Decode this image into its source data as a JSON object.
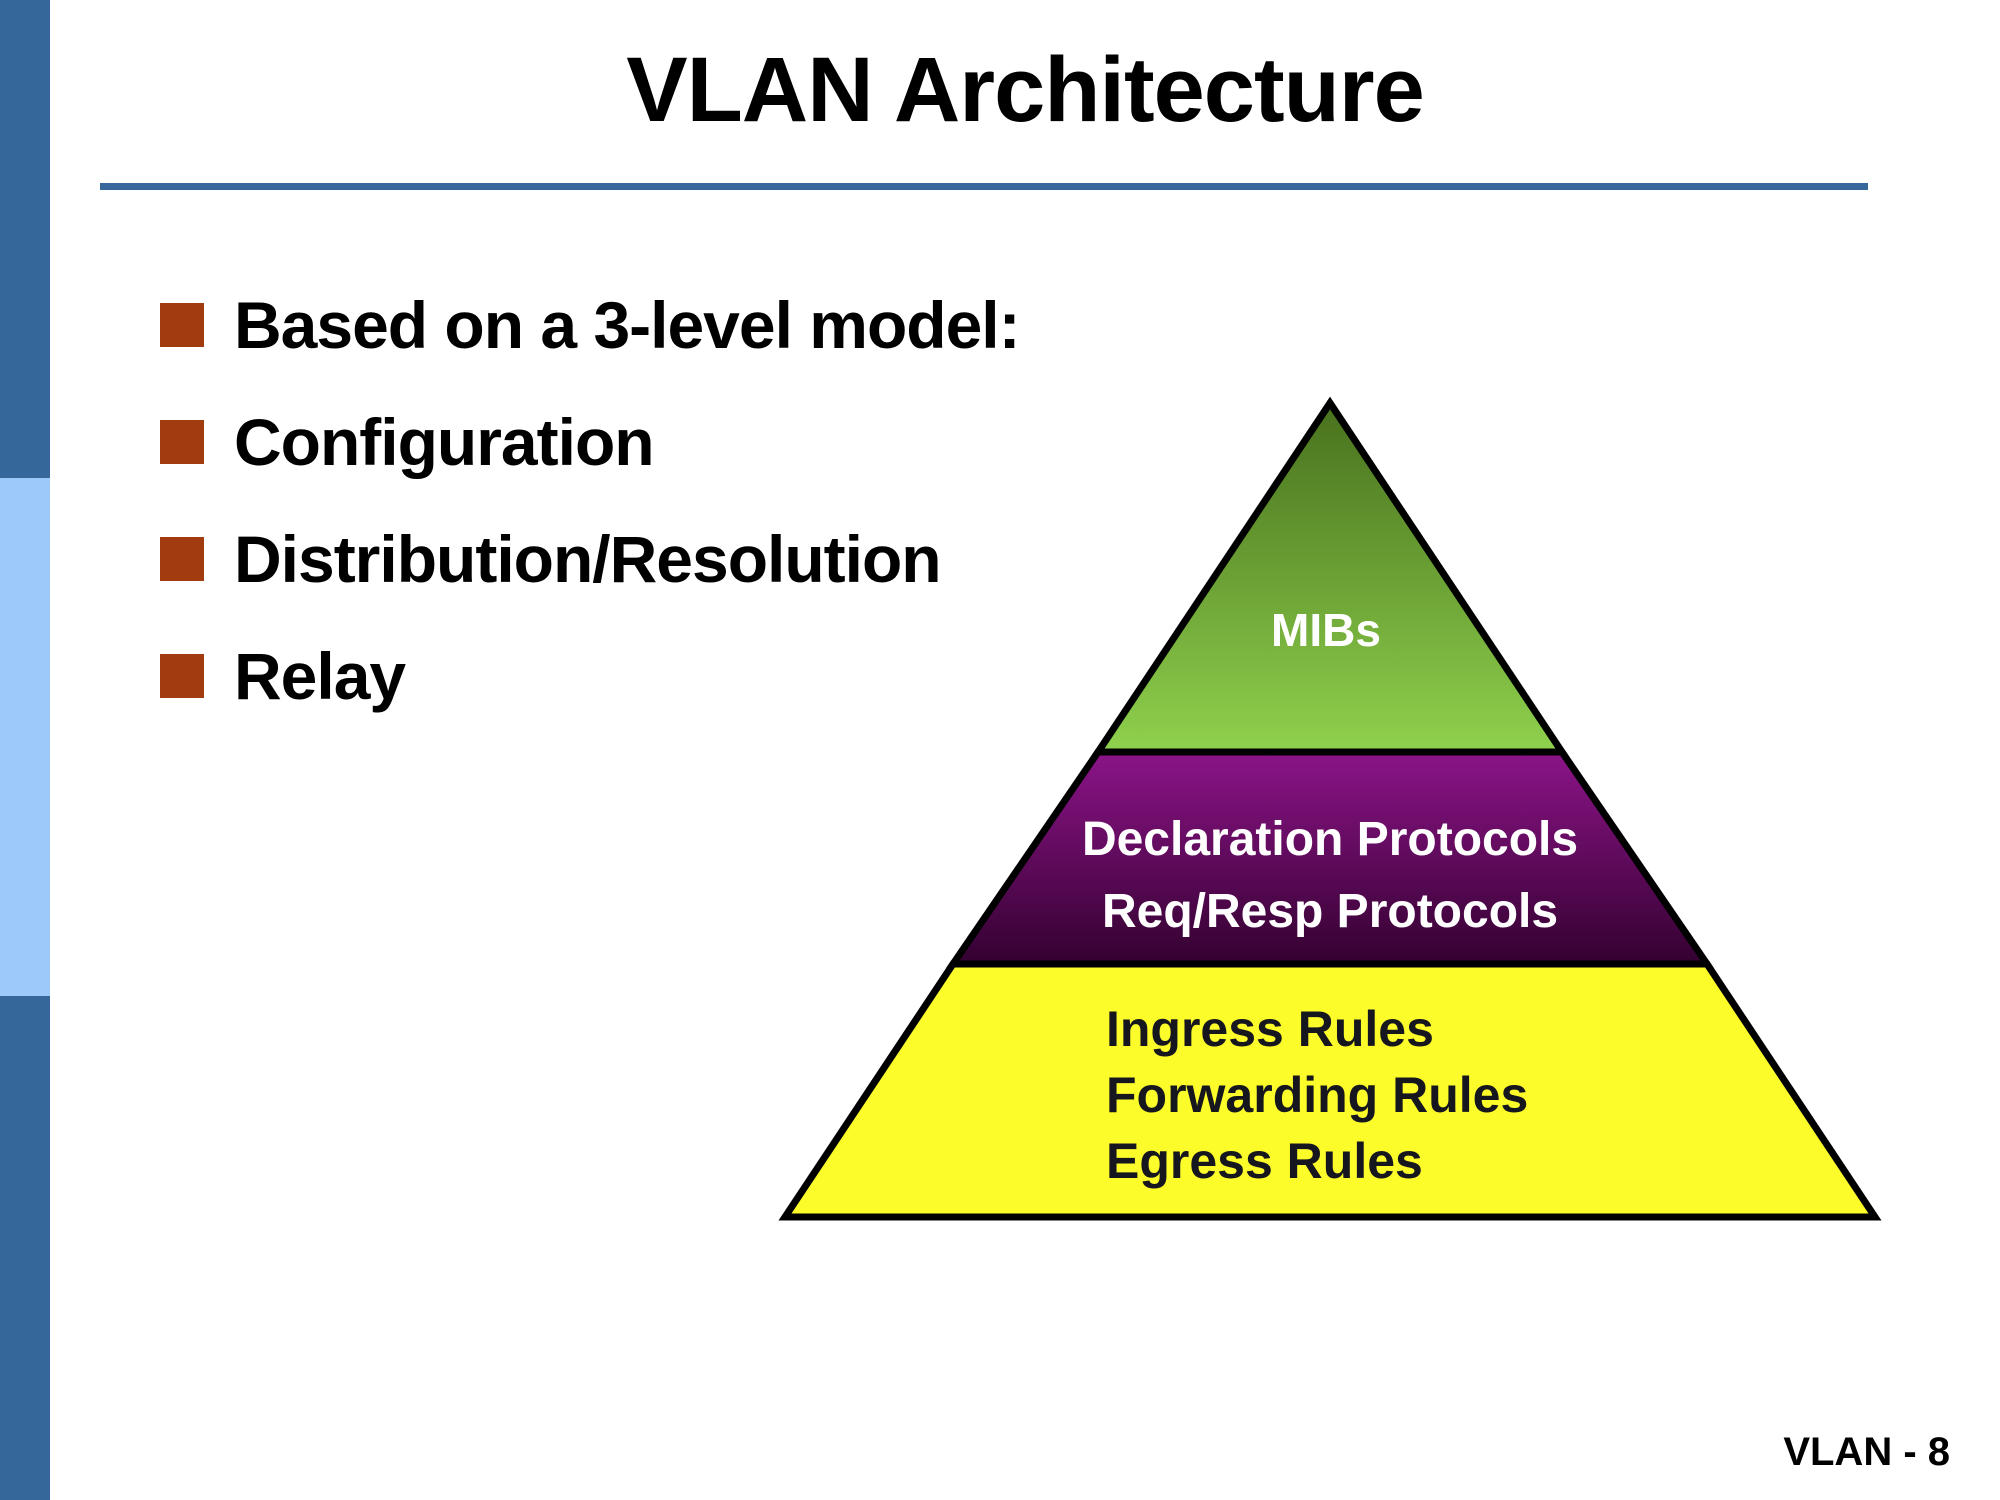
{
  "slide": {
    "title": "VLAN Architecture",
    "footer": "VLAN - 8"
  },
  "bullets": [
    "Based on a 3-level model:",
    "Configuration",
    "Distribution/Resolution",
    "Relay"
  ],
  "pyramid": {
    "type": "pyramid-3-level",
    "levels": [
      {
        "position": "top",
        "labels": [
          "MIBs"
        ]
      },
      {
        "position": "middle",
        "labels": [
          "Declaration Protocols",
          "Req/Resp Protocols"
        ]
      },
      {
        "position": "bottom",
        "labels": [
          "Ingress Rules",
          "Forwarding Rules",
          "Egress Rules"
        ]
      }
    ]
  },
  "colors": {
    "sidebar_dark": "#36679B",
    "sidebar_light": "#9CC9F7",
    "title_rule": "#36689B",
    "bullet_square": "#A23B10",
    "outline": "#000000",
    "green_top": "#48711D",
    "green_bottom": "#8FD14D",
    "purple_top": "#8C1488",
    "purple_bottom": "#330130",
    "yellow": "#FCFC2B",
    "text_white": "#FFFFFF",
    "text_dark": "#16161E"
  }
}
